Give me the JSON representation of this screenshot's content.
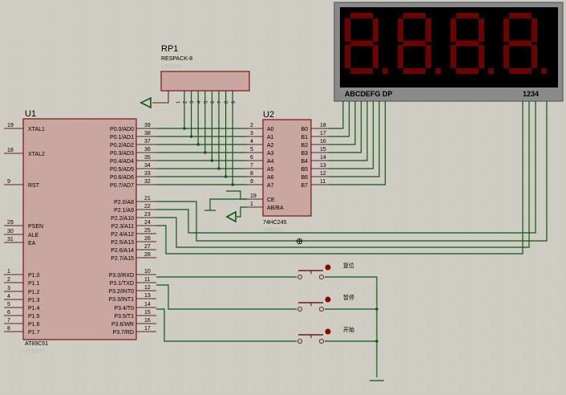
{
  "u1": {
    "ref": "U1",
    "part": "AT89C51",
    "text_tag": "<TEXT>",
    "left_pins": [
      {
        "num": "19",
        "name": "XTAL1"
      },
      {
        "num": "18",
        "name": "XTAL2"
      },
      {
        "num": "9",
        "name": "RST"
      },
      {
        "num": "29",
        "name": "PSEN"
      },
      {
        "num": "30",
        "name": "ALE"
      },
      {
        "num": "31",
        "name": "EA"
      },
      {
        "num": "1",
        "name": "P1.0"
      },
      {
        "num": "2",
        "name": "P1.1"
      },
      {
        "num": "3",
        "name": "P1.2"
      },
      {
        "num": "4",
        "name": "P1.3"
      },
      {
        "num": "5",
        "name": "P1.4"
      },
      {
        "num": "6",
        "name": "P1.5"
      },
      {
        "num": "7",
        "name": "P1.6"
      },
      {
        "num": "8",
        "name": "P1.7"
      }
    ],
    "right_pins": [
      {
        "num": "39",
        "name": "P0.0/AD0"
      },
      {
        "num": "38",
        "name": "P0.1/AD1"
      },
      {
        "num": "37",
        "name": "P0.2/AD2"
      },
      {
        "num": "36",
        "name": "P0.3/AD3"
      },
      {
        "num": "35",
        "name": "P0.4/AD4"
      },
      {
        "num": "34",
        "name": "P0.5/AD5"
      },
      {
        "num": "33",
        "name": "P0.6/AD6"
      },
      {
        "num": "32",
        "name": "P0.7/AD7"
      },
      {
        "num": "21",
        "name": "P2.0/A8"
      },
      {
        "num": "22",
        "name": "P2.1/A9"
      },
      {
        "num": "23",
        "name": "P2.2/A10"
      },
      {
        "num": "24",
        "name": "P2.3/A11"
      },
      {
        "num": "25",
        "name": "P2.4/A12"
      },
      {
        "num": "26",
        "name": "P2.5/A13"
      },
      {
        "num": "27",
        "name": "P2.6/A14"
      },
      {
        "num": "28",
        "name": "P2.7/A15"
      },
      {
        "num": "10",
        "name": "P3.0/RXD"
      },
      {
        "num": "11",
        "name": "P3.1/TXD"
      },
      {
        "num": "12",
        "name": "P3.2/INT0"
      },
      {
        "num": "13",
        "name": "P3.3/INT1"
      },
      {
        "num": "14",
        "name": "P3.4/T0"
      },
      {
        "num": "15",
        "name": "P3.5/T1"
      },
      {
        "num": "16",
        "name": "P3.6/WR"
      },
      {
        "num": "17",
        "name": "P3.7/RD"
      }
    ]
  },
  "u2": {
    "ref": "U2",
    "part": "74HC245",
    "text_tag": "<TEXT>",
    "left_pins": [
      {
        "num": "2",
        "name": "A0"
      },
      {
        "num": "3",
        "name": "A1"
      },
      {
        "num": "4",
        "name": "A2"
      },
      {
        "num": "5",
        "name": "A3"
      },
      {
        "num": "6",
        "name": "A4"
      },
      {
        "num": "7",
        "name": "A5"
      },
      {
        "num": "8",
        "name": "A6"
      },
      {
        "num": "9",
        "name": "A7"
      },
      {
        "num": "19",
        "name": "CE"
      },
      {
        "num": "1",
        "name": "AB/BA"
      }
    ],
    "right_pins": [
      {
        "num": "18",
        "name": "B0"
      },
      {
        "num": "17",
        "name": "B1"
      },
      {
        "num": "16",
        "name": "B2"
      },
      {
        "num": "15",
        "name": "B3"
      },
      {
        "num": "14",
        "name": "B4"
      },
      {
        "num": "13",
        "name": "B5"
      },
      {
        "num": "12",
        "name": "B6"
      },
      {
        "num": "11",
        "name": "B7"
      }
    ]
  },
  "rp1": {
    "ref": "RP1",
    "part": "RESPACK-8",
    "text_tag": "<TEXT>",
    "pins": [
      "1",
      "2",
      "3",
      "4",
      "5",
      "6",
      "7",
      "8",
      "9"
    ]
  },
  "display": {
    "digits": [
      "8.",
      "8.",
      "8.",
      "8."
    ],
    "segment_label": "ABCDEFG DP",
    "digit_label": "1234",
    "lit_color": "#6e0000",
    "dim_color": "#7a0000"
  },
  "buttons": [
    {
      "label": "复位"
    },
    {
      "label": "暂停"
    },
    {
      "label": "开始"
    }
  ],
  "colors": {
    "background": "#cfccc3",
    "wire": "#0b5a12",
    "component_body": "#c9a6a0",
    "component_border": "#7c1212",
    "display_case": "#8a8a8a"
  }
}
